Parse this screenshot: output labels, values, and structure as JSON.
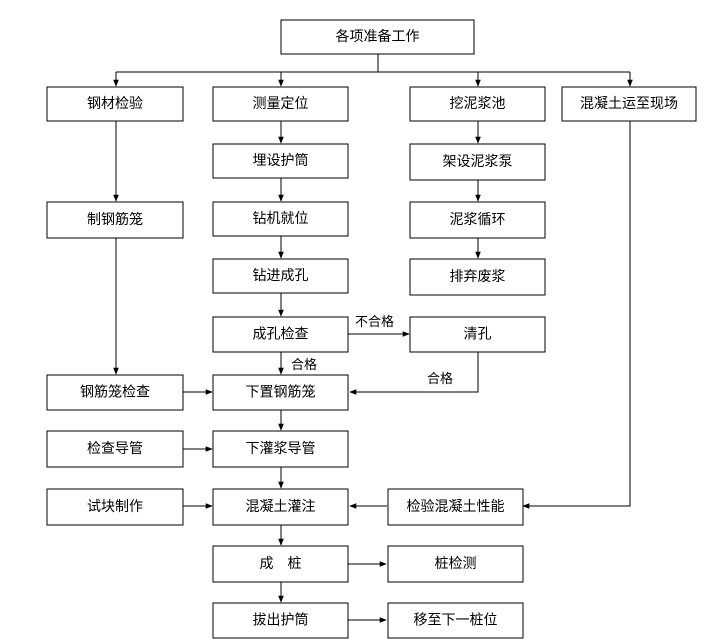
{
  "nodes": {
    "prep": "各项准备工作",
    "steel_inspect": "钢材检验",
    "survey": "测量定位",
    "mud_pit": "挖泥浆池",
    "concrete_transport": "混凝土运至现场",
    "bury_casing": "埋设护筒",
    "mud_pump": "架设泥浆泵",
    "make_cage": "制钢筋笼",
    "drill_position": "钻机就位",
    "mud_cycle": "泥浆循环",
    "drilling": "钻进成孔",
    "discard_mud": "排弃废浆",
    "hole_check": "成孔检查",
    "clean_hole": "清孔",
    "cage_check": "钢筋笼检查",
    "lower_cage": "下置钢筋笼",
    "check_pipe": "检查导管",
    "lower_pipe": "下灌浆导管",
    "test_block": "试块制作",
    "pour": "混凝土灌注",
    "concrete_test": "检验混凝土性能",
    "pile": "成　桩",
    "pile_test": "桩检测",
    "pull_casing": "拔出护筒",
    "next_pile": "移至下一桩位"
  },
  "edge_labels": {
    "fail": "不合格",
    "pass_down": "合格",
    "pass_clean": "合格"
  }
}
